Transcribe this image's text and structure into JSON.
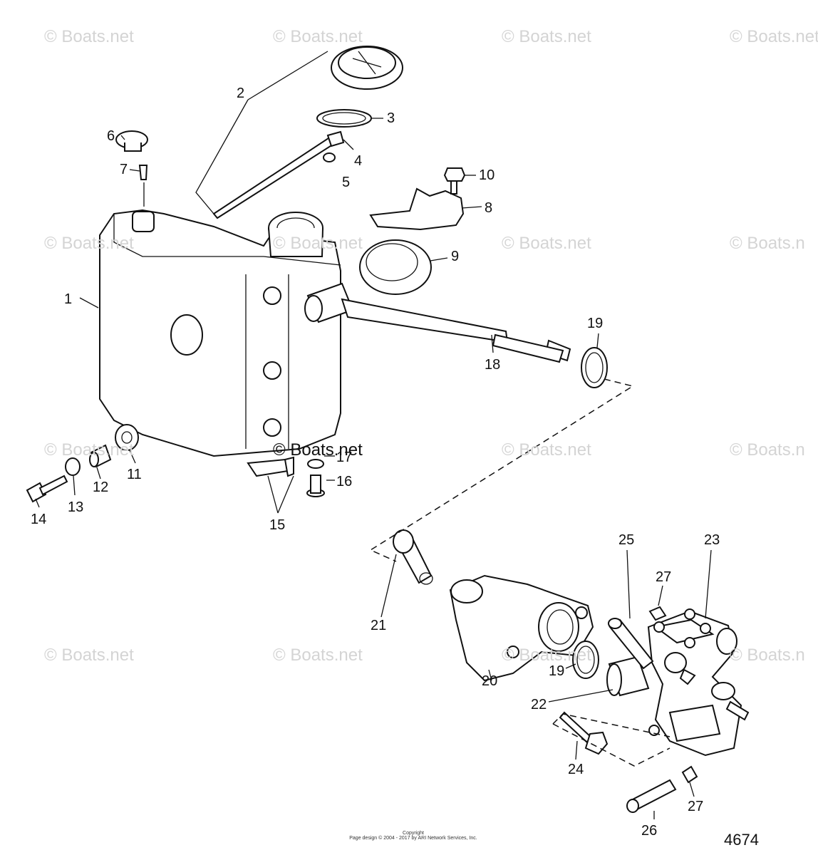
{
  "watermark": {
    "text": "© Boats.net",
    "rows": [
      [
        "© Boats.net",
        "© Boats.net",
        "© Boats.net",
        "© Boats.net"
      ],
      [
        "© Boats.net",
        "© Boats.net",
        "© Boats.net",
        "© Boats.n"
      ],
      [
        "© Boats.net",
        "© Boats.net",
        "© Boats.net",
        "© Boats.n"
      ],
      [
        "© Boats.net",
        "© Boats.net",
        "© Boats.net",
        "© Boats.n"
      ]
    ],
    "center": "© Boats.net"
  },
  "callouts": [
    "1",
    "2",
    "3",
    "4",
    "5",
    "6",
    "7",
    "8",
    "9",
    "10",
    "11",
    "12",
    "13",
    "14",
    "15",
    "16",
    "17",
    "18",
    "19",
    "19",
    "20",
    "21",
    "22",
    "23",
    "24",
    "25",
    "26",
    "27",
    "27"
  ],
  "figure_number": "4674",
  "copyright_lines": [
    "Copyright",
    "Page design © 2004 - 2017 by ARI Network Services, Inc."
  ]
}
